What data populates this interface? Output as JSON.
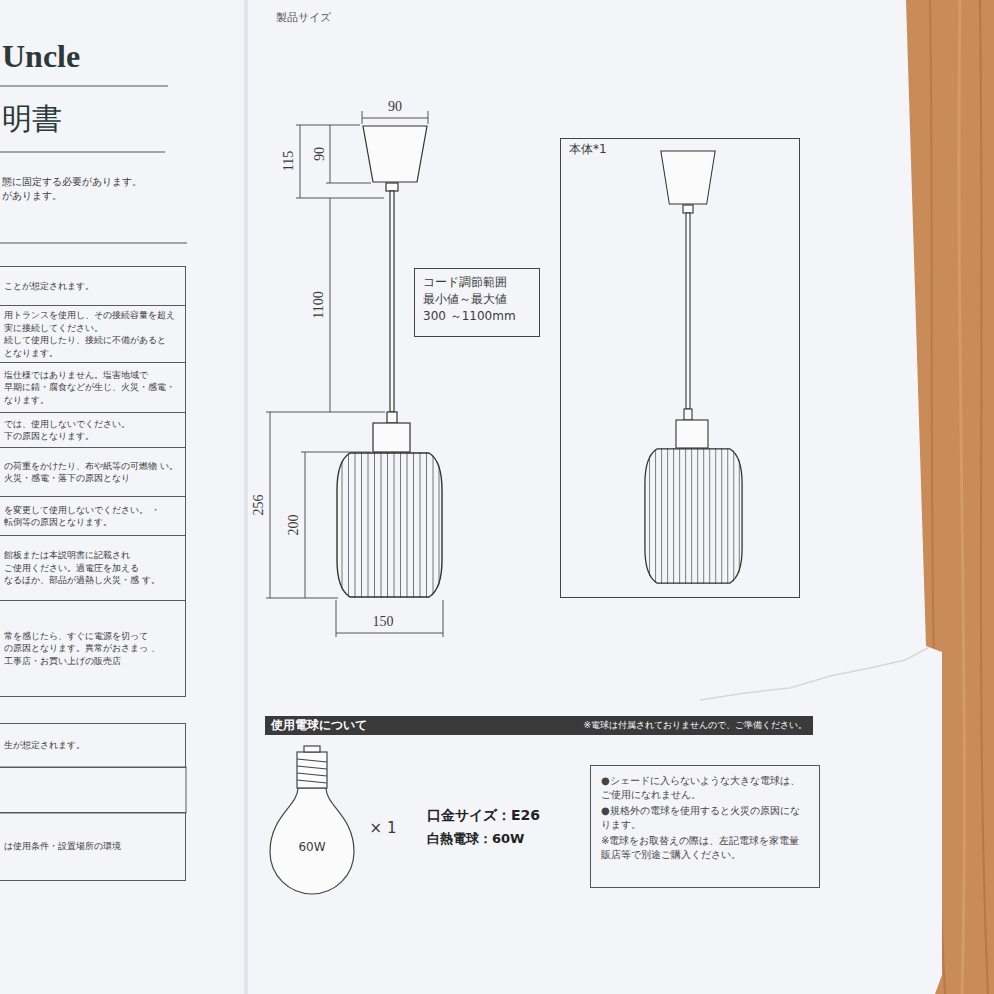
{
  "diagram": {
    "nodes": [
      {
        "text": [
          "ことが想定されます。"
        ]
      },
      {
        "text": [
          "用トランスを使用し、その接続容量を超え 実に接続してください。 続して使用したり、接続に不備があると となります。"
        ]
      },
      {
        "text": [
          "塩仕様ではありません。塩害地域で 早期に錆・腐食などが生じ、火災・感電・ なります。"
        ]
      },
      {
        "text": [
          "では、使用しないでください。 下の原因となります。"
        ]
      },
      {
        "text": [
          "の荷重をかけたり、布や紙等の可燃物 い。火災・感電・落下の原因となり"
        ]
      },
      {
        "text": [
          "を変更して使用しないでください。 ・転倒等の原因となります。"
        ]
      },
      {
        "text": [
          "館板または本説明書に記載され ご使用ください。過電圧を加える なるほか、部品が過熱し火災・感 す。"
        ]
      },
      {
        "text": [
          "常を感じたら、すぐに電源を切って の原因となります。異常がおさまっ 、工事店・お買い上げの販売店"
        ]
      },
      {
        "text": [
          "生が想定されます。"
        ]
      },
      {
        "text": [
          "は使用条件・設置場所の環境"
        ]
      },
      {
        "text": [
          "本体*1"
        ]
      },
      {
        "text": [
          "コード調節範囲",
          "最小値～最大値 300 ～1100mm"
        ]
      },
      {
        "text": [
          "使用電球について",
          "※電球は付属されておりませんので、ご準備ください。"
        ]
      },
      {
        "text": [
          "●シェードに入らないような大きな電球は、ご使用になれません。",
          "●規格外の電球を使用すると火災の原因になります。",
          "※電球をお取替えの際は、左記電球を家電量販店等で別途ご購入ください。"
        ]
      }
    ],
    "labels": [
      "Uncle",
      "明書",
      "態に固定する必要があります。",
      "があります。",
      "製品サイズ",
      "90",
      "115",
      "90",
      "1100",
      "256",
      "200",
      "150",
      "60W",
      "× 1",
      "口金サイズ：E26",
      "白熱電球：60W"
    ]
  }
}
